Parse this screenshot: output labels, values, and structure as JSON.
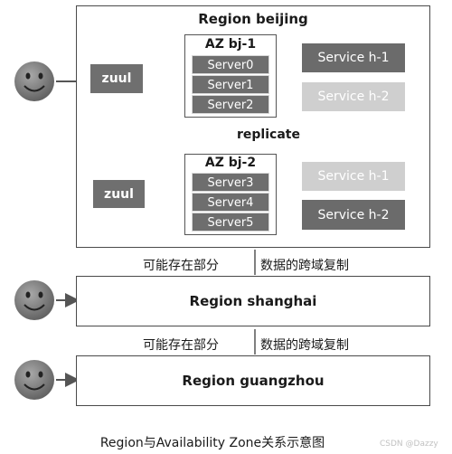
{
  "regions": {
    "beijing": "Region beijing",
    "shanghai": "Region shanghai",
    "guangzhou": "Region guangzhou"
  },
  "az1": {
    "title": "AZ bj-1",
    "servers": [
      "Server0",
      "Server1",
      "Server2"
    ],
    "services": [
      {
        "label": "Service h-1",
        "state": "dark"
      },
      {
        "label": "Service h-2",
        "state": "light"
      }
    ]
  },
  "az2": {
    "title": "AZ bj-2",
    "servers": [
      "Server3",
      "Server4",
      "Server5"
    ],
    "services": [
      {
        "label": "Service h-1",
        "state": "light"
      },
      {
        "label": "Service h-2",
        "state": "dark"
      }
    ]
  },
  "zuul_label": "zuul",
  "replicate_label": "replicate",
  "cross_region": {
    "left": "可能存在部分",
    "right": "数据的跨域复制"
  },
  "caption": "Region与Availability Zone关系示意图",
  "watermark": "CSDN @Dazzy",
  "colors": {
    "dark_box": "#6b6b6b",
    "light_box": "#cfcfcf",
    "face": "#7a7a7a"
  },
  "icons": [
    "smiley-face-icon"
  ]
}
